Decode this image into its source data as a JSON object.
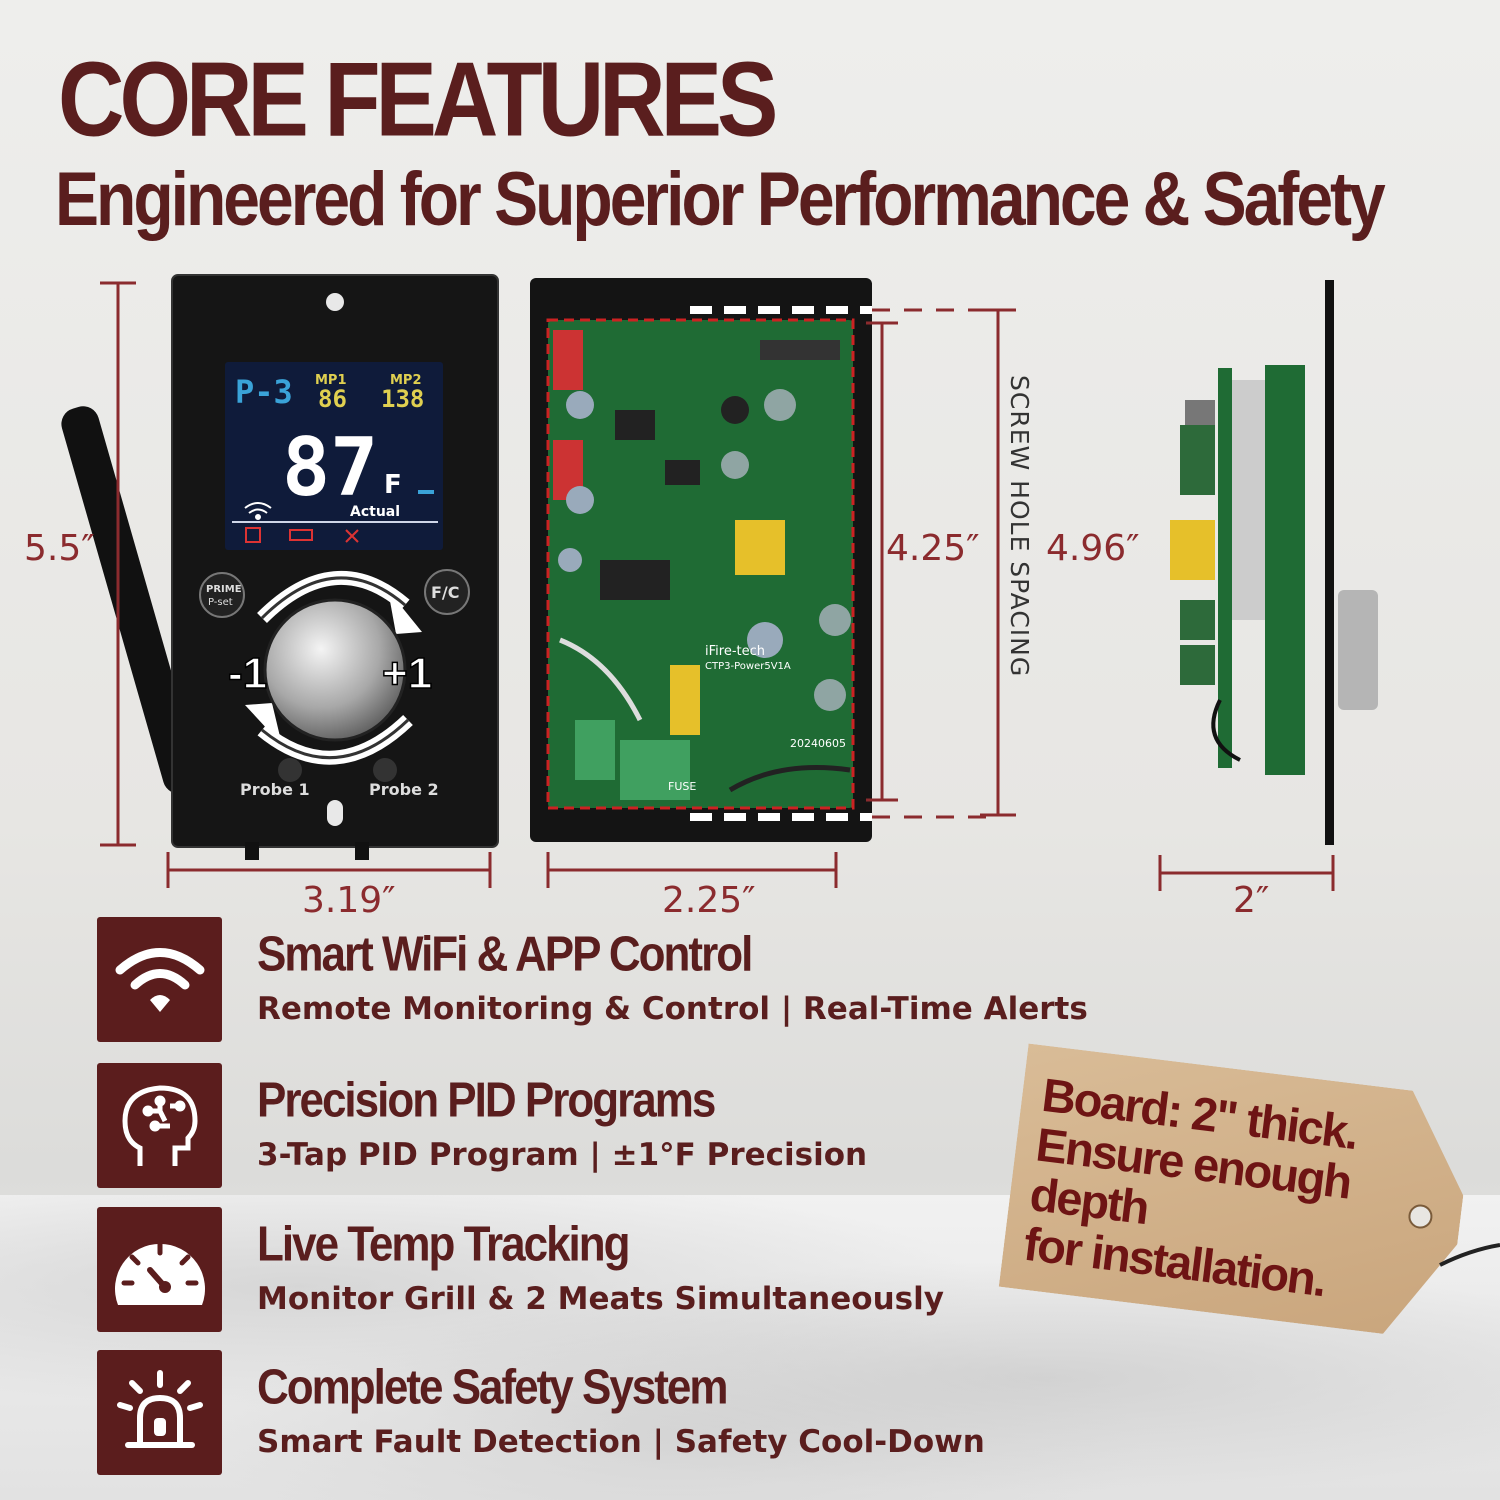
{
  "header": {
    "title": "CORE FEATURES",
    "subtitle": "Engineered for Superior Performance & Safety"
  },
  "controller": {
    "display": {
      "program": "P-3",
      "mp1_label": "MP1",
      "mp1_value": "86",
      "mp2_label": "MP2",
      "mp2_value": "138",
      "unit": "F",
      "main_temp": "87",
      "actual_label": "Actual"
    },
    "buttons": {
      "prime": "PRIME",
      "pset": "P-set",
      "fc": "F/C"
    },
    "knob": {
      "minus": "-1",
      "plus": "+1"
    },
    "probes": {
      "probe1": "Probe 1",
      "probe2": "Probe 2"
    }
  },
  "board": {
    "brand": "iFire-tech",
    "model": "CTP3-Power5V1A",
    "date": "20240605",
    "fuse": "FUSE"
  },
  "dimensions": {
    "panel_height": "5.5″",
    "panel_width": "3.19″",
    "board_width": "2.25″",
    "hole_spacing": "4.25″",
    "board_height": "4.96″",
    "screw_label": "SCREW HOLE SPACING",
    "depth": "2″"
  },
  "features": [
    {
      "icon": "wifi-icon",
      "title": "Smart WiFi & APP Control",
      "desc": "Remote Monitoring & Control | Real-Time Alerts"
    },
    {
      "icon": "brain-circuit-icon",
      "title": "Precision PID Programs",
      "desc": "3-Tap PID Program | ±1°F Precision"
    },
    {
      "icon": "gauge-icon",
      "title": "Live Temp Tracking",
      "desc": "Monitor Grill & 2 Meats Simultaneously"
    },
    {
      "icon": "alarm-icon",
      "title": "Complete Safety System",
      "desc": "Smart Fault Detection | Safety Cool-Down"
    }
  ],
  "tag": {
    "line1": "Board: 2\" thick.",
    "line2": "Ensure enough depth",
    "line3": "for installation."
  },
  "colors": {
    "brand": "#5a1e1e",
    "dimension": "#8b2b2e",
    "board_green": "#1f6b34",
    "lcd_blue": "#3aa3d8"
  }
}
